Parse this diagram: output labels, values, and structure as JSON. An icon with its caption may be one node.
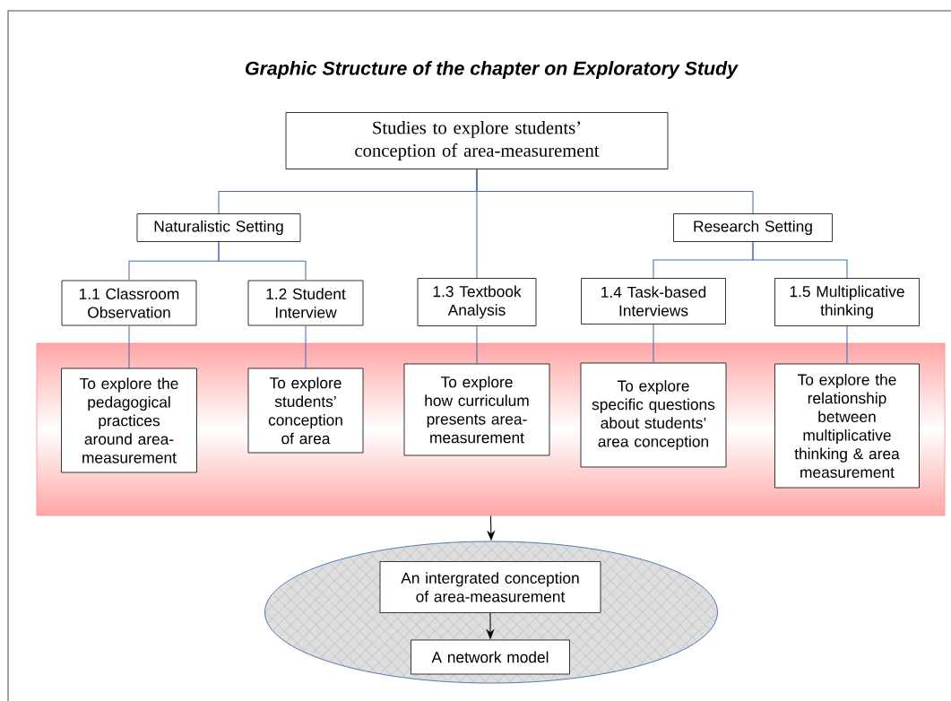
{
  "diagram": {
    "title": "Graphic Structure of the chapter on Exploratory Study",
    "nodes": [
      {
        "text": [
          "Studies to explore students’ conception of area-measurement"
        ]
      },
      {
        "text": [
          "Naturalistic Setting"
        ]
      },
      {
        "text": [
          "Research Setting"
        ]
      },
      {
        "text": [
          "1.1 Classroom Observation"
        ]
      },
      {
        "text": [
          "1.2 Student Interview"
        ]
      },
      {
        "text": [
          "1.3 Textbook Analysis"
        ]
      },
      {
        "text": [
          "1.4 Task-based Interviews"
        ]
      },
      {
        "text": [
          "1.5 Multiplicative thinking"
        ]
      },
      {
        "text": [],
        "shape": "box"
      },
      {
        "text": [
          "To explore the pedagogical practices around area-measurement"
        ],
        "in": 8
      },
      {
        "text": [
          "To explore students’ conception of area"
        ],
        "in": 8
      },
      {
        "text": [
          "To explore how curriculum presents area-measurement"
        ],
        "in": 8
      },
      {
        "text": [
          "To explore specific questions about students’ area conception"
        ],
        "in": 8
      },
      {
        "text": [
          "To explore the relationship between multiplicative thinking & area measurement"
        ],
        "in": 8
      },
      {
        "text": [],
        "shape": "ellipse"
      },
      {
        "text": [
          "An intergrated conception of area-measurement"
        ],
        "in": 14
      },
      {
        "text": [
          "A network model"
        ],
        "in": 14
      }
    ],
    "edges": [
      {
        "from": 0,
        "to": 1,
        "arrow": "none"
      },
      {
        "from": 0,
        "to": 5,
        "arrow": "none"
      },
      {
        "from": 0,
        "to": 2,
        "arrow": "none"
      },
      {
        "from": 1,
        "to": 3,
        "arrow": "none"
      },
      {
        "from": 1,
        "to": 4,
        "arrow": "none"
      },
      {
        "from": 2,
        "to": 6,
        "arrow": "none"
      },
      {
        "from": 2,
        "to": 7,
        "arrow": "none"
      },
      {
        "from": 3,
        "to": 9,
        "arrow": "none"
      },
      {
        "from": 4,
        "to": 10,
        "arrow": "none"
      },
      {
        "from": 5,
        "to": 11,
        "arrow": "none"
      },
      {
        "from": 6,
        "to": 12,
        "arrow": "none"
      },
      {
        "from": 7,
        "to": 13,
        "arrow": "none"
      },
      {
        "from": 8,
        "to": 14,
        "arrow": "to",
        "color": "#000000"
      },
      {
        "from": 15,
        "to": 16,
        "arrow": "to",
        "color": "#000000"
      }
    ]
  }
}
